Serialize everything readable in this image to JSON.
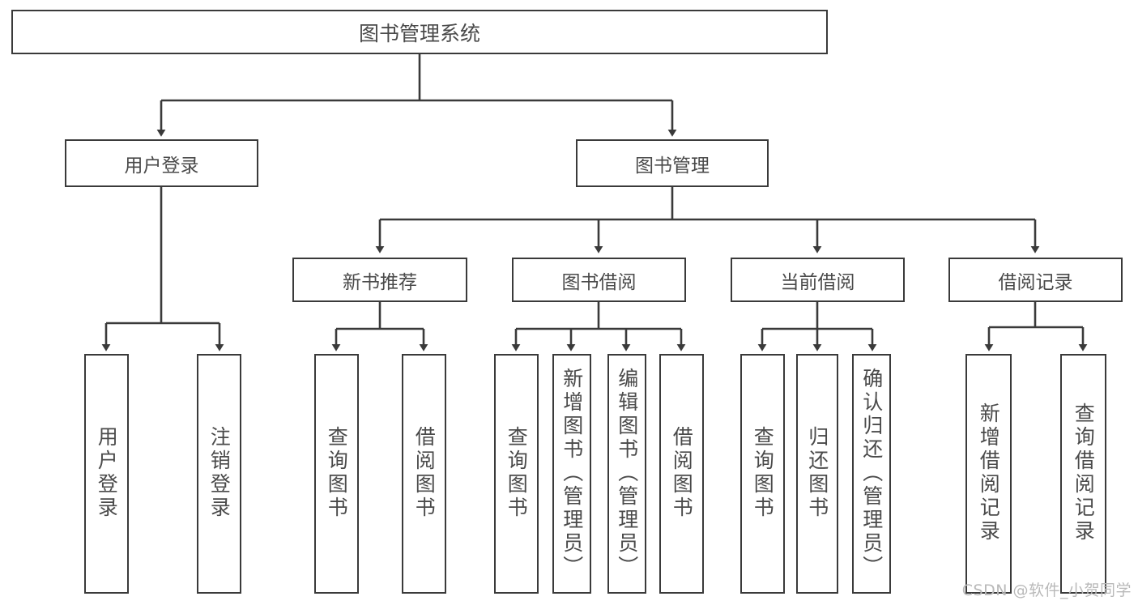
{
  "diagram": {
    "title": "图书管理系统",
    "watermark": "CSDN @软件_小贺同学",
    "root": {
      "label": "图书管理系统"
    },
    "level2": [
      {
        "label": "用户登录"
      },
      {
        "label": "图书管理"
      }
    ],
    "level3": [
      {
        "label": "新书推荐"
      },
      {
        "label": "图书借阅"
      },
      {
        "label": "当前借阅"
      },
      {
        "label": "借阅记录"
      }
    ],
    "leaves": {
      "user_login": [
        {
          "label": "用户登录"
        },
        {
          "label": "注销登录"
        }
      ],
      "new_book": [
        {
          "label": "查询图书"
        },
        {
          "label": "借阅图书"
        }
      ],
      "book_borrow": [
        {
          "label": "查询图书"
        },
        {
          "label": "新增图书（管理员）"
        },
        {
          "label": "编辑图书（管理员）"
        },
        {
          "label": "借阅图书"
        }
      ],
      "current_borrow": [
        {
          "label": "查询图书"
        },
        {
          "label": "归还图书"
        },
        {
          "label": "确认归还（管理员）"
        }
      ],
      "borrow_record": [
        {
          "label": "新增借阅记录"
        },
        {
          "label": "查询借阅记录"
        }
      ]
    },
    "colors": {
      "stroke": "#3a3a3a",
      "text": "#4a4a4a",
      "background": "#ffffff",
      "watermark": "#b9b9b9"
    }
  }
}
